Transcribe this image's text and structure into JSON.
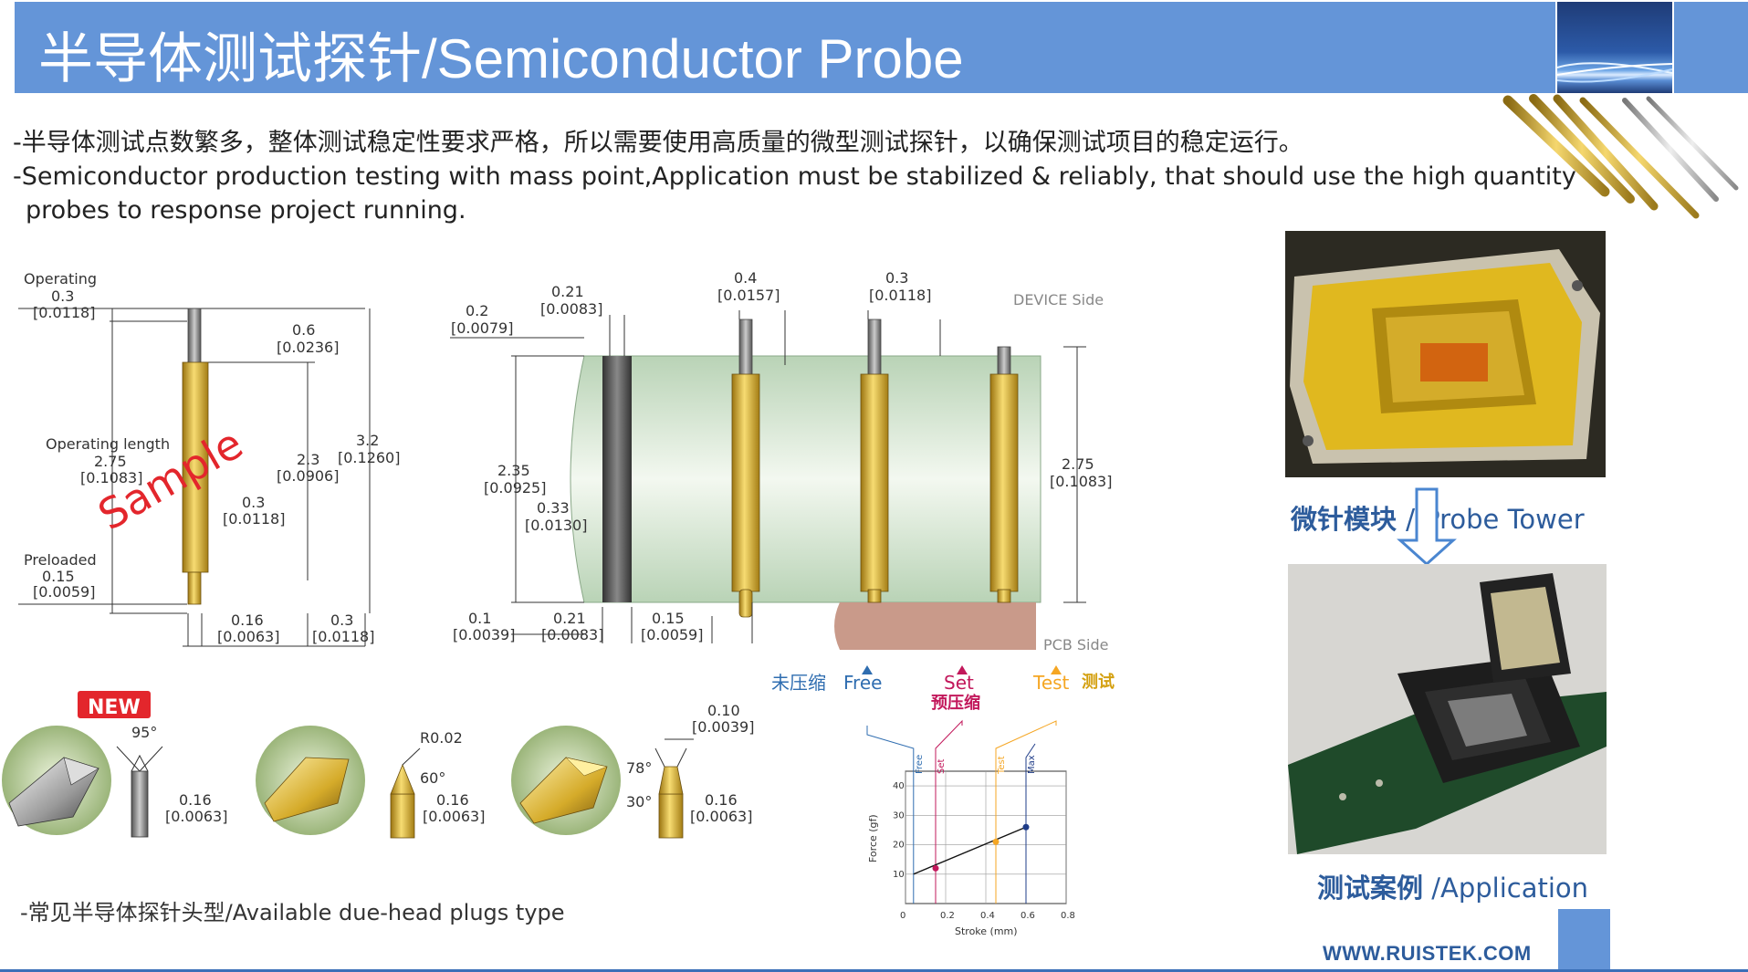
{
  "header": {
    "title": "半导体测试探针/Semiconductor Probe"
  },
  "intro": {
    "line1": "-半导体测试点数繁多，整体测试稳定性要求严格，所以需要使用高质量的微型测试探针，以确保测试项目的稳定运行。",
    "line2": "-Semiconductor production testing with mass point,Application must be stabilized & reliably, that should use the high quantity",
    "line3": "probes to response project running."
  },
  "probe_drawing": {
    "operating": "Operating",
    "operating_val": "0.3",
    "operating_in": "[0.0118]",
    "d06": "0.6",
    "d06_in": "[0.0236]",
    "operating_length": "Operating length",
    "ol_val": "2.75",
    "ol_in": "[0.1083]",
    "d23": "2.3",
    "d23_in": "[0.0906]",
    "d32": "3.2",
    "d32_in": "[0.1260]",
    "sample": "Sample",
    "d03": "0.3",
    "d03_in": "[0.0118]",
    "preloaded": "Preloaded",
    "preloaded_val": "0.15",
    "preloaded_in": "[0.0059]",
    "d016": "0.16",
    "d016_in": "[0.0063]",
    "d03b": "0.3",
    "d03b_in": "[0.0118]"
  },
  "tower_drawing": {
    "d02": "0.2",
    "d02_in": "[0.0079]",
    "d021": "0.21",
    "d021_in": "[0.0083]",
    "d04": "0.4",
    "d04_in": "[0.0157]",
    "d03": "0.3",
    "d03_in": "[0.0118]",
    "device_side": "DEVICE Side",
    "d235": "2.35",
    "d235_in": "[0.0925]",
    "d033": "0.33",
    "d033_in": "[0.0130]",
    "d275": "2.75",
    "d275_in": "[0.1083]",
    "d01": "0.1",
    "d01_in": "[0.0039]",
    "d021b": "0.21",
    "d021b_in": "[0.0083]",
    "d015": "0.15",
    "d015_in": "[0.0059]",
    "pcb_side": "PCB Side"
  },
  "heads": {
    "new_badge": "NEW",
    "h1_angle": "95°",
    "h1_val": "0.16",
    "h1_in": "[0.0063]",
    "h2_radius": "R0.02",
    "h2_angle": "60°",
    "h2_val": "0.16",
    "h2_in": "[0.0063]",
    "h3_top": "0.10",
    "h3_top_in": "[0.0039]",
    "h3_angle1": "78°",
    "h3_angle2": "30°",
    "h3_val": "0.16",
    "h3_in": "[0.0063]",
    "caption": "-常见半导体探针头型/Available due-head plugs type"
  },
  "force_chart": {
    "free_zh": "未压缩",
    "free_en": "Free",
    "set_en": "Set",
    "set_zh": "预压缩",
    "test_en": "Test",
    "test_zh": "测试",
    "tag_free": "Free",
    "tag_set": "Set",
    "tag_test": "Test",
    "tag_max": "Max",
    "ylabel": "Force (gf)",
    "xlabel": "Stroke (mm)",
    "yticks": [
      "10",
      "20",
      "30",
      "40"
    ],
    "xticks": [
      "0",
      "0.2",
      "0.4",
      "0.6",
      "0.8"
    ],
    "colors": {
      "free": "#2f6db0",
      "set": "#c2185b",
      "test": "#f5a623",
      "max": "#1f3c88"
    }
  },
  "chart_data": {
    "type": "line",
    "title": "",
    "xlabel": "Stroke (mm)",
    "ylabel": "Force (gf)",
    "xlim": [
      0,
      0.8
    ],
    "ylim": [
      0,
      45
    ],
    "grid": true,
    "points": [
      {
        "label": "Set",
        "x": 0.15,
        "y": 12
      },
      {
        "label": "Test",
        "x": 0.45,
        "y": 21
      },
      {
        "label": "Max",
        "x": 0.6,
        "y": 26
      }
    ],
    "line": {
      "x": [
        0.04,
        0.6
      ],
      "y": [
        10,
        26
      ]
    },
    "markers": {
      "Free": 0.04,
      "Set": 0.15,
      "Test": 0.45,
      "Max": 0.6
    }
  },
  "right_panel": {
    "tower_zh": "微针模块",
    "tower_sep": "/",
    "tower_en": "Probe Tower",
    "app_zh": "测试案例",
    "app_en": "/Application"
  },
  "footer": {
    "website": "WWW.RUISTEK.COM"
  }
}
